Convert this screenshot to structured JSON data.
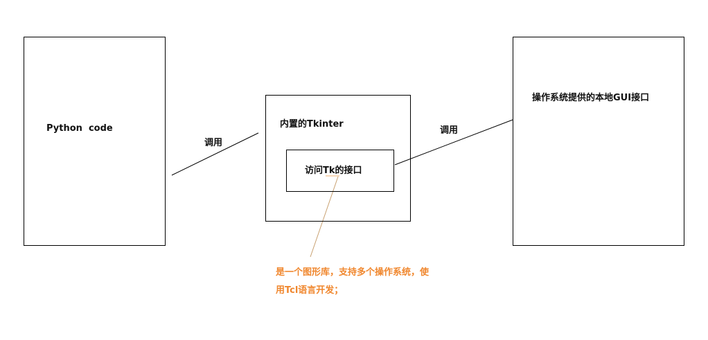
{
  "nodes": {
    "python": "Python  code",
    "tkinter": "内置的Tkinter",
    "tk_interface": "访问Tk的接口",
    "os_gui": "操作系统提供的本地GUI接口"
  },
  "edges": {
    "call_left": "调用",
    "call_right": "调用"
  },
  "annotation": {
    "line1": "是一个图形库，支持多个操作系统，使",
    "line2": "用Tcl语言开发；"
  },
  "colors": {
    "annotation": "#f0872e",
    "stroke": "#000000"
  }
}
